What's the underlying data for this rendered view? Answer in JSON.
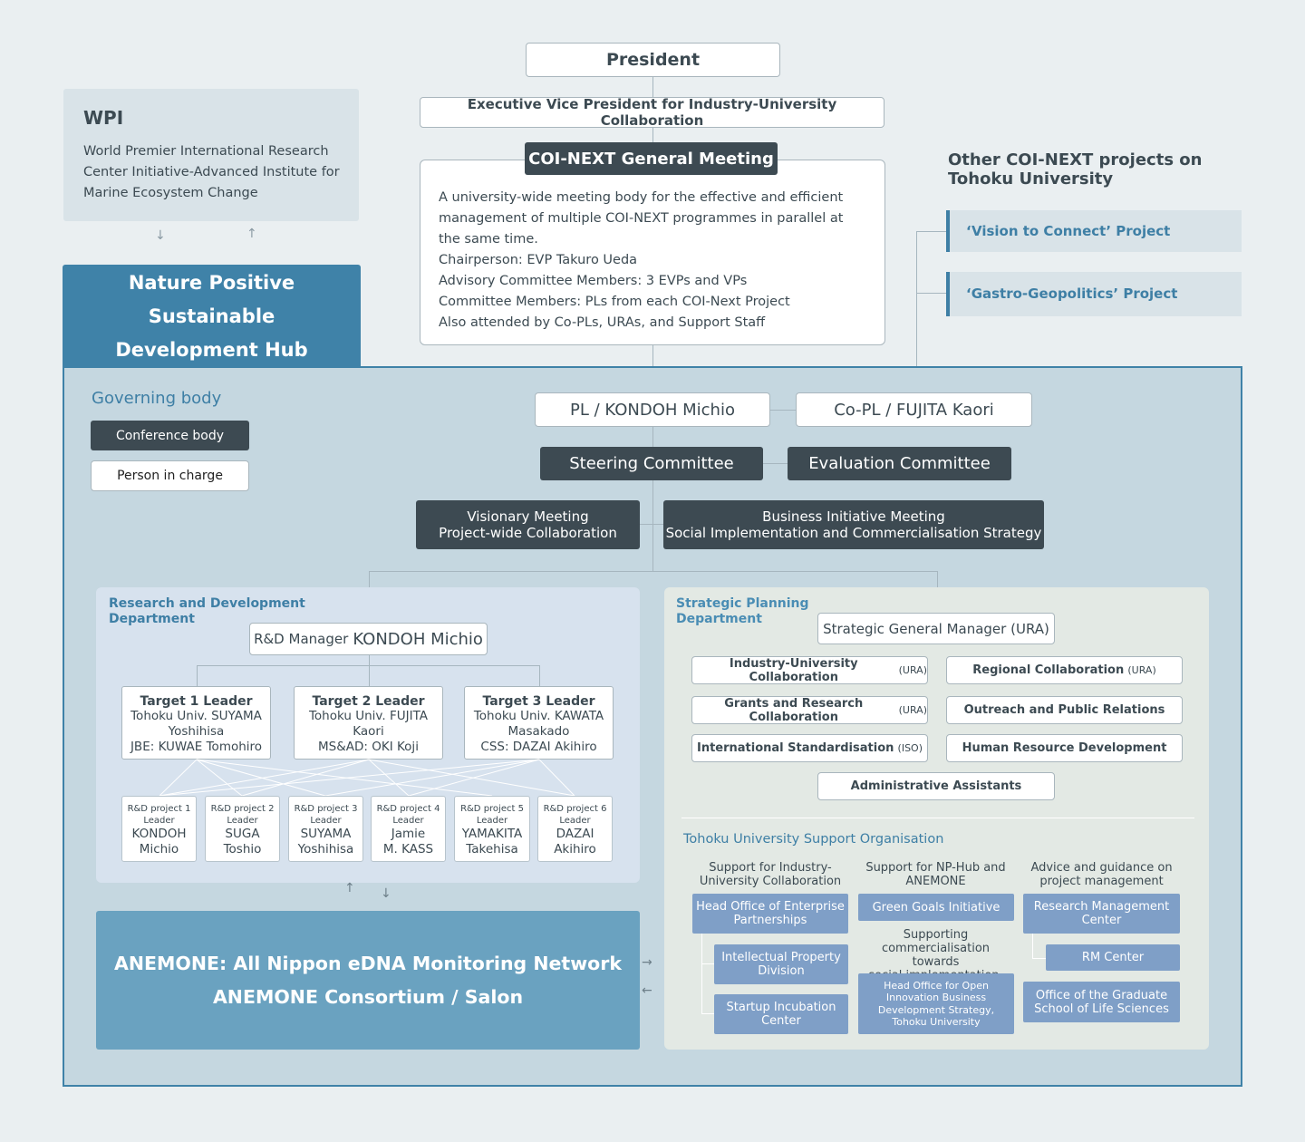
{
  "president": "President",
  "evp": "Executive Vice President for Industry-University Collaboration",
  "general_meeting": {
    "title": "COI-NEXT General Meeting",
    "description": "A university-wide meeting body for the effective and efficient management of multiple COI-NEXT programmes in parallel at the same time.",
    "lines": [
      "Chairperson: EVP Takuro Ueda",
      "Advisory Committee Members: 3 EVPs and VPs",
      "Committee Members: PLs from each COI-Next Project",
      "Also attended by Co-PLs, URAs, and Support Staff"
    ]
  },
  "wpi": {
    "title": "WPI",
    "description": "World Premier International Research Center Initiative-Advanced Institute for Marine Ecosystem Change"
  },
  "hub": {
    "title_line1": "Nature Positive Sustainable",
    "title_line2": "Development Hub"
  },
  "other_projects": {
    "title": "Other COI-NEXT projects on Tohoku University",
    "items": [
      "‘Vision to Connect’ Project",
      "‘Gastro-Geopolitics’ Project"
    ]
  },
  "legend": {
    "title": "Governing body",
    "conference": "Conference body",
    "person": "Person in charge"
  },
  "pl": "PL / KONDOH Michio",
  "copl": "Co-PL / FUJITA Kaori",
  "steering": "Steering Committee",
  "evaluation": "Evaluation Committee",
  "visionary": "Visionary Meeting\nProject-wide Collaboration",
  "business": "Business Initiative Meeting\nSocial Implementation and Commercialisation Strategy",
  "rd": {
    "title": "Research and Development\nDepartment",
    "manager_prefix": "R&D Manager",
    "manager_name": "KONDOH Michio",
    "targets": [
      {
        "title": "Target 1 Leader",
        "body": "Tohoku Univ. SUYAMA\nYoshihisa\nJBE: KUWAE Tomohiro"
      },
      {
        "title": "Target 2 Leader",
        "body": "Tohoku Univ. FUJITA\nKaori\nMS&AD: OKI Koji"
      },
      {
        "title": "Target 3 Leader",
        "body": "Tohoku Univ. KAWATA\nMasakado\nCSS: DAZAI Akihiro"
      }
    ],
    "projects": [
      {
        "label": "R&D project 1\nLeader",
        "name": "KONDOH\nMichio"
      },
      {
        "label": "R&D project 2\nLeader",
        "name": "SUGA\nToshio"
      },
      {
        "label": "R&D project 3\nLeader",
        "name": "SUYAMA\nYoshihisa"
      },
      {
        "label": "R&D project 4\nLeader",
        "name": "Jamie\nM. KASS"
      },
      {
        "label": "R&D project 5\nLeader",
        "name": "YAMAKITA\nTakehisa"
      },
      {
        "label": "R&D project 6\nLeader",
        "name": "DAZAI\nAkihiro"
      }
    ]
  },
  "anemone": {
    "line1": "ANEMONE: All Nippon eDNA Monitoring Network",
    "line2": "ANEMONE Consortium / Salon"
  },
  "sp": {
    "title": "Strategic Planning\nDepartment",
    "manager": "Strategic General Manager",
    "manager_suffix": "(URA)",
    "units": [
      {
        "name": "Industry-University Collaboration",
        "suffix": "(URA)"
      },
      {
        "name": "Regional Collaboration",
        "suffix": "(URA)"
      },
      {
        "name": "Grants and Research Collaboration",
        "suffix": "(URA)"
      },
      {
        "name": "Outreach and Public Relations",
        "suffix": ""
      },
      {
        "name": "International Standardisation",
        "suffix": "(ISO)"
      },
      {
        "name": "Human Resource Development",
        "suffix": ""
      }
    ],
    "admin": "Administrative Assistants"
  },
  "support": {
    "title": "Tohoku University Support Organisation",
    "col1_head": "Support for Industry-\nUniversity Collaboration",
    "col1_main": "Head Office of Enterprise\nPartnerships",
    "col1_sub1": "Intellectual Property\nDivision",
    "col1_sub2": "Startup Incubation\nCenter",
    "col2_head": "Support for NP-Hub and\nANEMONE",
    "col2_main": "Green Goals Initiative",
    "col2_mid": "Supporting\ncommercialisation towards\nsocial implementation, etc.",
    "col2_sub": "Head Office for Open\nInnovation Business\nDevelopment Strategy,\nTohoku University",
    "col3_head": "Advice and guidance on\nproject management",
    "col3_main": "Research Management\nCenter",
    "col3_sub": "RM Center",
    "col3_sub2": "Office of the Graduate\nSchool of Life Sciences"
  },
  "colors": {
    "dark": "#3d4a52",
    "accent": "#3e7fa5",
    "hub_blue": "#3f82a8",
    "panel_bg": "#c5d7e0"
  }
}
